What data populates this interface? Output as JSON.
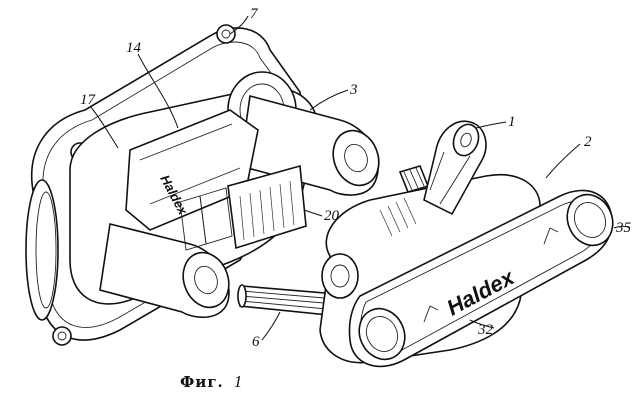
{
  "figure": {
    "caption_prefix": "Фиг.",
    "caption_number": "1"
  },
  "reference_numerals": {
    "n7": "7",
    "n14": "14",
    "n3": "3",
    "n17": "17",
    "n1": "1",
    "n2": "2",
    "n20": "20",
    "n35": "35",
    "n32": "32",
    "n6": "6"
  },
  "markings": {
    "logo_left": "Haldex",
    "logo_right": "Haldex"
  }
}
